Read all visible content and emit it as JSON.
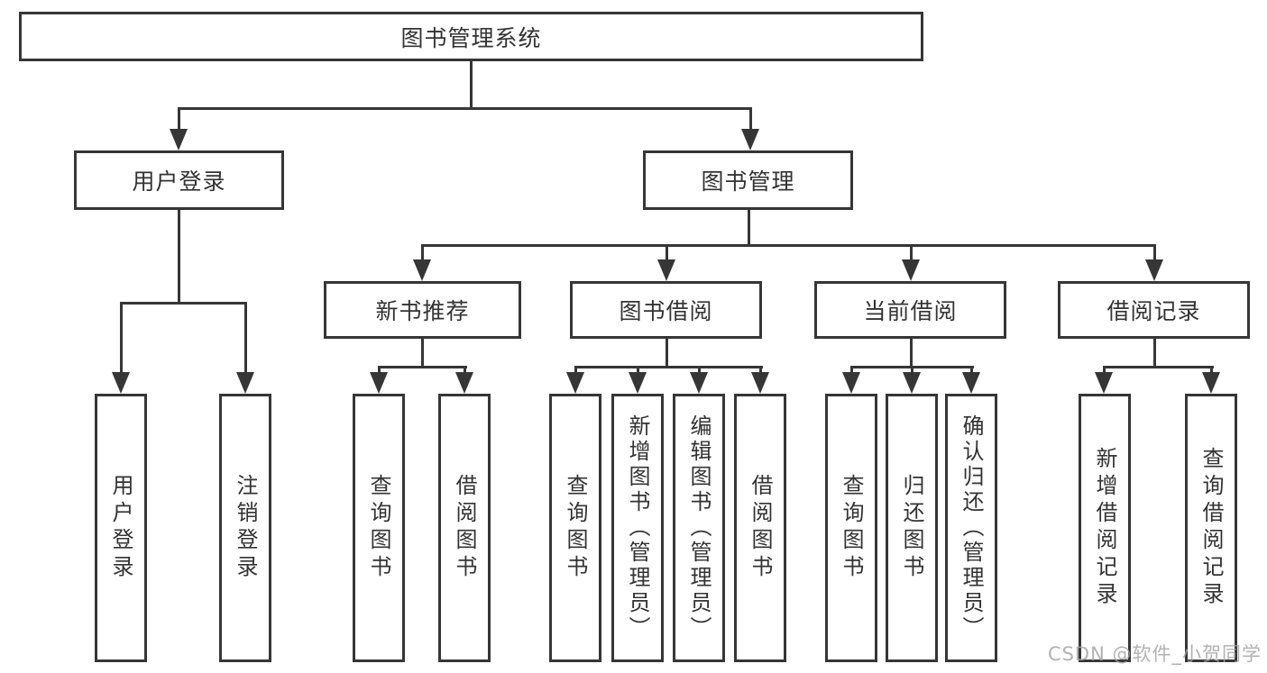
{
  "colors": {
    "line": "#363636",
    "text": "#333333",
    "background": "#ffffff",
    "watermark": "#a5a5a5"
  },
  "diagram": {
    "root": {
      "label": "图书管理系统"
    },
    "user_login": {
      "label": "用户登录",
      "children": {
        "login": {
          "label": "用户登录"
        },
        "logout": {
          "label": "注销登录"
        }
      }
    },
    "book_mgmt": {
      "label": "图书管理",
      "children": {
        "new_books": {
          "label": "新书推荐",
          "children": {
            "query": {
              "label": "查询图书"
            },
            "borrow": {
              "label": "借阅图书"
            }
          }
        },
        "book_borrow": {
          "label": "图书借阅",
          "children": {
            "query": {
              "label": "查询图书"
            },
            "add": {
              "label": "新增图书（管理员）"
            },
            "edit": {
              "label": "编辑图书（管理员）"
            },
            "borrow": {
              "label": "借阅图书"
            }
          }
        },
        "current_borrow": {
          "label": "当前借阅",
          "children": {
            "query": {
              "label": "查询图书"
            },
            "return": {
              "label": "归还图书"
            },
            "confirm_return": {
              "label": "确认归还（管理员）"
            }
          }
        },
        "borrow_records": {
          "label": "借阅记录",
          "children": {
            "add_record": {
              "label": "新增借阅记录"
            },
            "query_record": {
              "label": "查询借阅记录"
            }
          }
        }
      }
    }
  },
  "watermark": {
    "text": "CSDN @软件_小贺同学"
  }
}
